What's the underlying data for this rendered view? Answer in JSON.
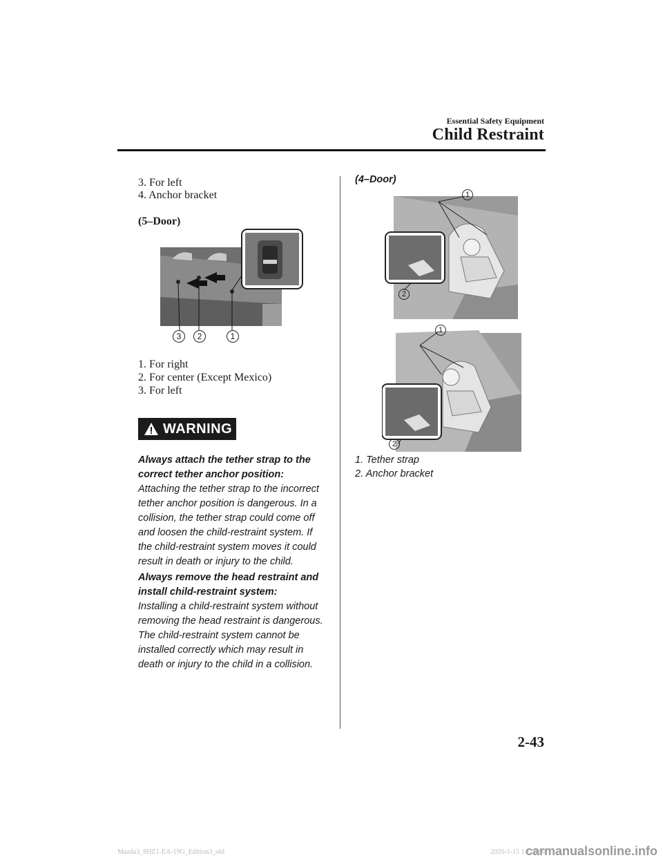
{
  "header": {
    "section": "Essential Safety Equipment",
    "title": "Child Restraint"
  },
  "left": {
    "list_top": [
      "3.  For left",
      "4.  Anchor bracket"
    ],
    "subheading": "(5–Door)",
    "figure_callouts": [
      "3",
      "2",
      "1"
    ],
    "list_bottom": [
      "1.  For right",
      "2.  For center (Except Mexico)",
      "3.  For left"
    ],
    "warning_label": "WARNING",
    "warning": {
      "p1_bold": "Always attach the tether strap to the correct tether anchor position:",
      "p1_text": "Attaching the tether strap to the incorrect tether anchor position is dangerous. In a collision, the tether strap could come off and loosen the child-restraint system. If the child-restraint system moves it could result in death or injury to the child.",
      "p2_bold": "Always remove the head restraint and install child-restraint system:",
      "p2_text": "Installing a child-restraint system without removing the head restraint is dangerous. The child-restraint system cannot be installed correctly which may result in death or injury to the child in a collision."
    }
  },
  "right": {
    "subheading": "(4–Door)",
    "figure_callouts": [
      "1",
      "2"
    ],
    "list": [
      "1.  Tether strap",
      "2.  Anchor bracket"
    ]
  },
  "page_number": "2-43",
  "footer": {
    "left": "Mazda3_8HZ1-EA-19G_Edition3_old",
    "right": "2020-1-15 14:28:00"
  },
  "watermark": "carmanualsonline.info"
}
